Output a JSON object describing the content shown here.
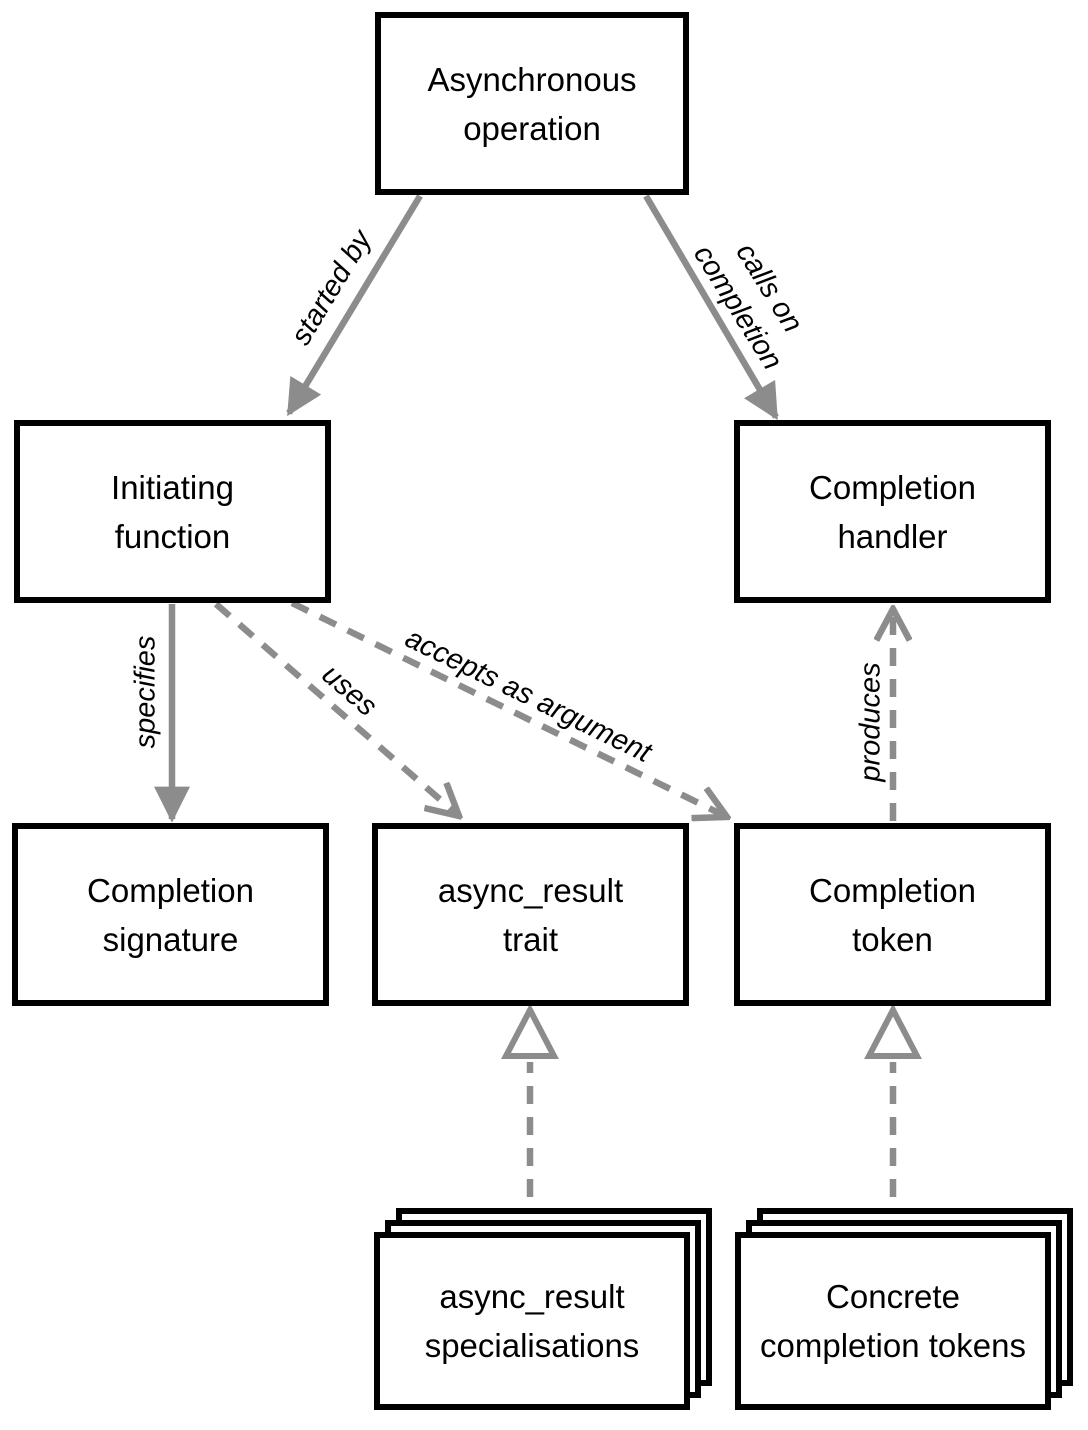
{
  "nodes": {
    "asynchronous_operation": "Asynchronous\noperation",
    "initiating_function": "Initiating\nfunction",
    "completion_handler": "Completion\nhandler",
    "completion_signature": "Completion\nsignature",
    "async_result_trait": "async_result\ntrait",
    "completion_token": "Completion\ntoken",
    "async_result_specialisations": "async_result\nspecialisations",
    "concrete_completion_tokens": "Concrete\ncompletion tokens"
  },
  "edge_labels": {
    "started_by": "started by",
    "calls_on_completion": "calls on\ncompletion",
    "specifies": "specifies",
    "uses": "uses",
    "accepts_as_argument": "accepts as argument",
    "produces": "produces"
  },
  "colors": {
    "arrow_gray": "#8c8c8c",
    "box_border": "#000000",
    "background": "#ffffff",
    "text": "#000000"
  }
}
